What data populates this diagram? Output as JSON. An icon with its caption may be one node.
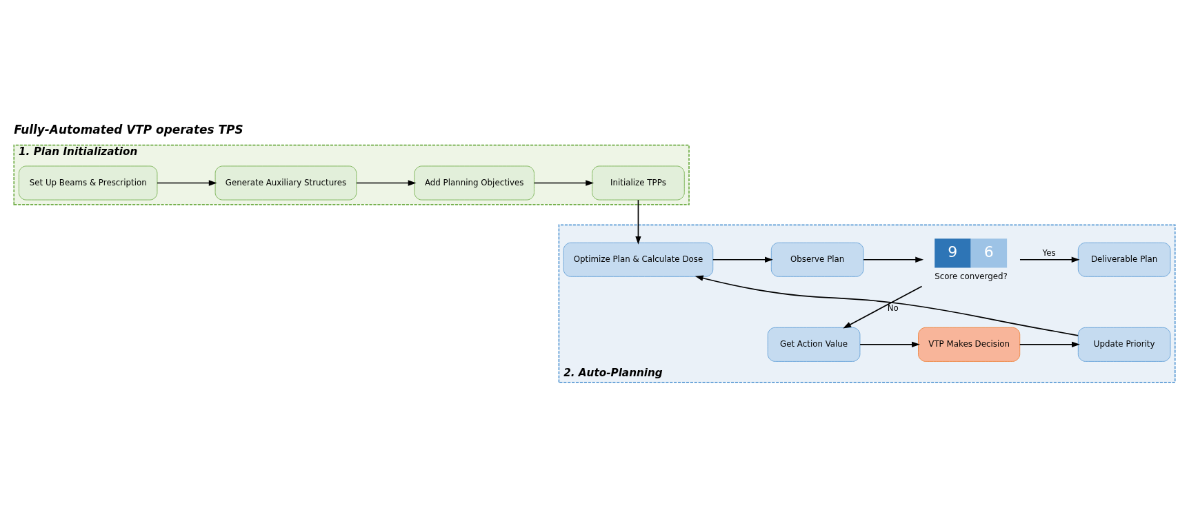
{
  "diagram": {
    "title": "Fully-Automated VTP operates TPS",
    "nodes": [
      {
        "text": [
          "1. Plan Initialization"
        ]
      },
      {
        "text": [
          "Set Up Beams & Prescription"
        ],
        "in": 0
      },
      {
        "text": [
          "Generate Auxiliary Structures"
        ],
        "in": 0
      },
      {
        "text": [
          "Add Planning Objectives"
        ],
        "in": 0
      },
      {
        "text": [
          "Initialize TPPs"
        ],
        "in": 0
      },
      {
        "text": [
          "2. Auto-Planning"
        ]
      },
      {
        "text": [
          "Optimize Plan & Calculate Dose"
        ],
        "in": 5
      },
      {
        "text": [
          "Observe Plan"
        ],
        "in": 5
      },
      {
        "text": [
          "9",
          "6",
          "Score converged?"
        ],
        "in": 5
      },
      {
        "text": [
          "Deliverable Plan"
        ],
        "in": 5
      },
      {
        "text": [
          "Get Action Value"
        ],
        "in": 5
      },
      {
        "text": [
          "VTP Makes Decision"
        ],
        "in": 5
      },
      {
        "text": [
          "Update Priority"
        ],
        "in": 5
      }
    ],
    "edges": [
      {
        "from": 1,
        "to": 2,
        "arrow": "to"
      },
      {
        "from": 2,
        "to": 3,
        "arrow": "to"
      },
      {
        "from": 3,
        "to": 4,
        "arrow": "to"
      },
      {
        "from": 4,
        "to": 6,
        "arrow": "to"
      },
      {
        "from": 6,
        "to": 7,
        "arrow": "to"
      },
      {
        "from": 7,
        "to": 8,
        "arrow": "to"
      },
      {
        "from": 8,
        "to": 9,
        "arrow": "to",
        "label": "Yes"
      },
      {
        "from": 8,
        "to": 10,
        "arrow": "to",
        "label": "No"
      },
      {
        "from": 10,
        "to": 11,
        "arrow": "to"
      },
      {
        "from": 11,
        "to": 12,
        "arrow": "to"
      },
      {
        "from": 12,
        "to": 6,
        "arrow": "to"
      }
    ]
  }
}
